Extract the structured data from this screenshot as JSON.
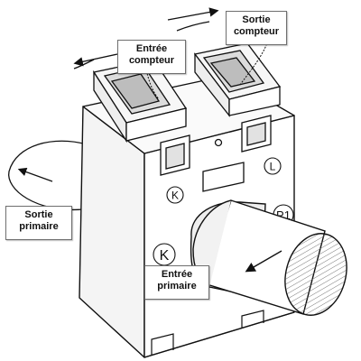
{
  "diagram": {
    "labels": {
      "sortie_compteur": {
        "line1": "Sortie",
        "line2": "compteur"
      },
      "entree_compteur": {
        "line1": "Entrée",
        "line2": "compteur"
      },
      "sortie_primaire": {
        "line1": "Sortie",
        "line2": "primaire"
      },
      "entree_primaire": {
        "line1": "Entrée",
        "line2": "primaire"
      }
    },
    "markings": {
      "k_small": "K",
      "l_small": "L",
      "k_large": "K",
      "p1": "P1"
    }
  }
}
